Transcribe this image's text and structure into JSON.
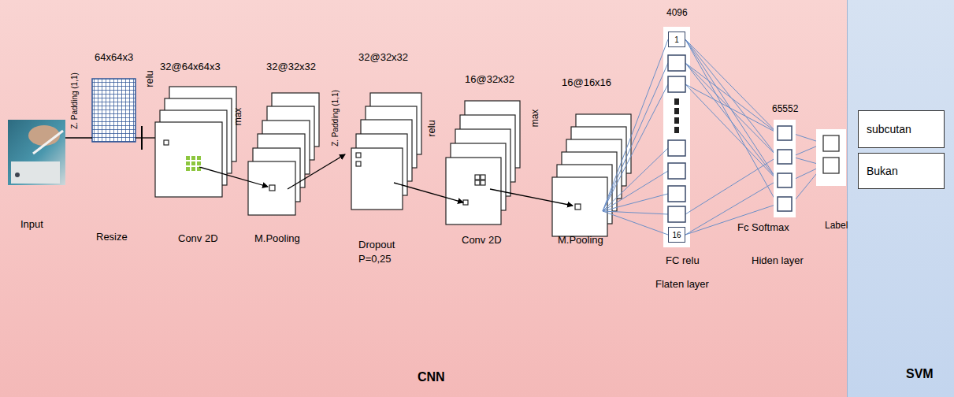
{
  "diagram": {
    "nodes": [
      {
        "text": [
          "CNN"
        ]
      },
      {
        "text": [
          "SVM"
        ]
      },
      {
        "text": [
          "1"
        ],
        "in": 0
      },
      {
        "text": [
          "16"
        ],
        "in": 0
      },
      {
        "text": [
          "subcutan"
        ],
        "in": 1
      },
      {
        "text": [
          "Bukan"
        ],
        "in": 1
      }
    ],
    "labels": [
      "64x64x3",
      "Z. Padding (1,1)",
      "Input",
      "relu",
      "Resize",
      "32@64x64x3",
      "Conv 2D",
      "max",
      "32@32x32",
      "M.Pooling",
      "Z. Padding (1,1)",
      "32@32x32",
      "Dropout",
      "P=0,25",
      "relu",
      "16@32x32",
      "Conv 2D",
      "max",
      "16@16x16",
      "M.Pooling",
      "4096",
      "FC relu",
      "Flaten layer",
      "65552",
      "Fc Softmax",
      "Hiden layer",
      "Label"
    ]
  }
}
